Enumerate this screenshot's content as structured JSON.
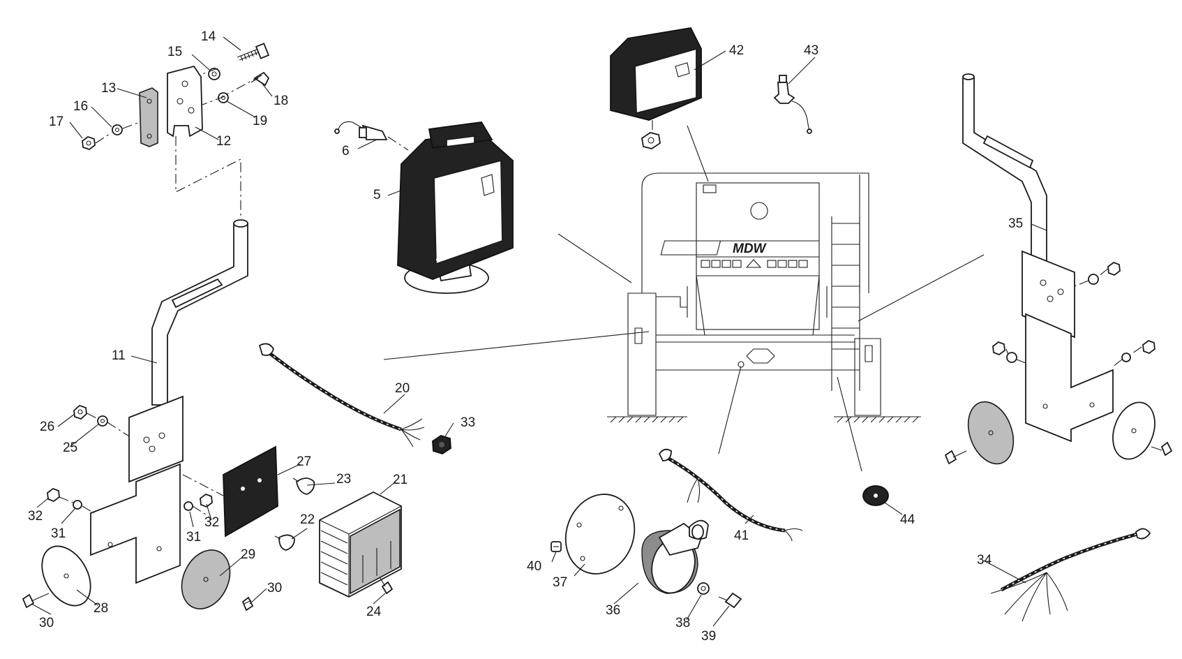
{
  "labels": {
    "n5": "5",
    "n6": "6",
    "n11": "11",
    "n12": "12",
    "n13": "13",
    "n14": "14",
    "n15": "15",
    "n16": "16",
    "n17": "17",
    "n18": "18",
    "n19": "19",
    "n20": "20",
    "n21": "21",
    "n22": "22",
    "n23": "23",
    "n24": "24",
    "n25": "25",
    "n26": "26",
    "n27": "27",
    "n28": "28",
    "n29": "29",
    "n30a": "30",
    "n30b": "30",
    "n31a": "31",
    "n31b": "31",
    "n32a": "32",
    "n32b": "32",
    "n33": "33",
    "n34": "34",
    "n35": "35",
    "n36": "36",
    "n37": "37",
    "n38": "38",
    "n39": "39",
    "n40": "40",
    "n41": "41",
    "n42": "42",
    "n43": "43",
    "n44": "44"
  },
  "machine": {
    "logo": "MDW"
  }
}
